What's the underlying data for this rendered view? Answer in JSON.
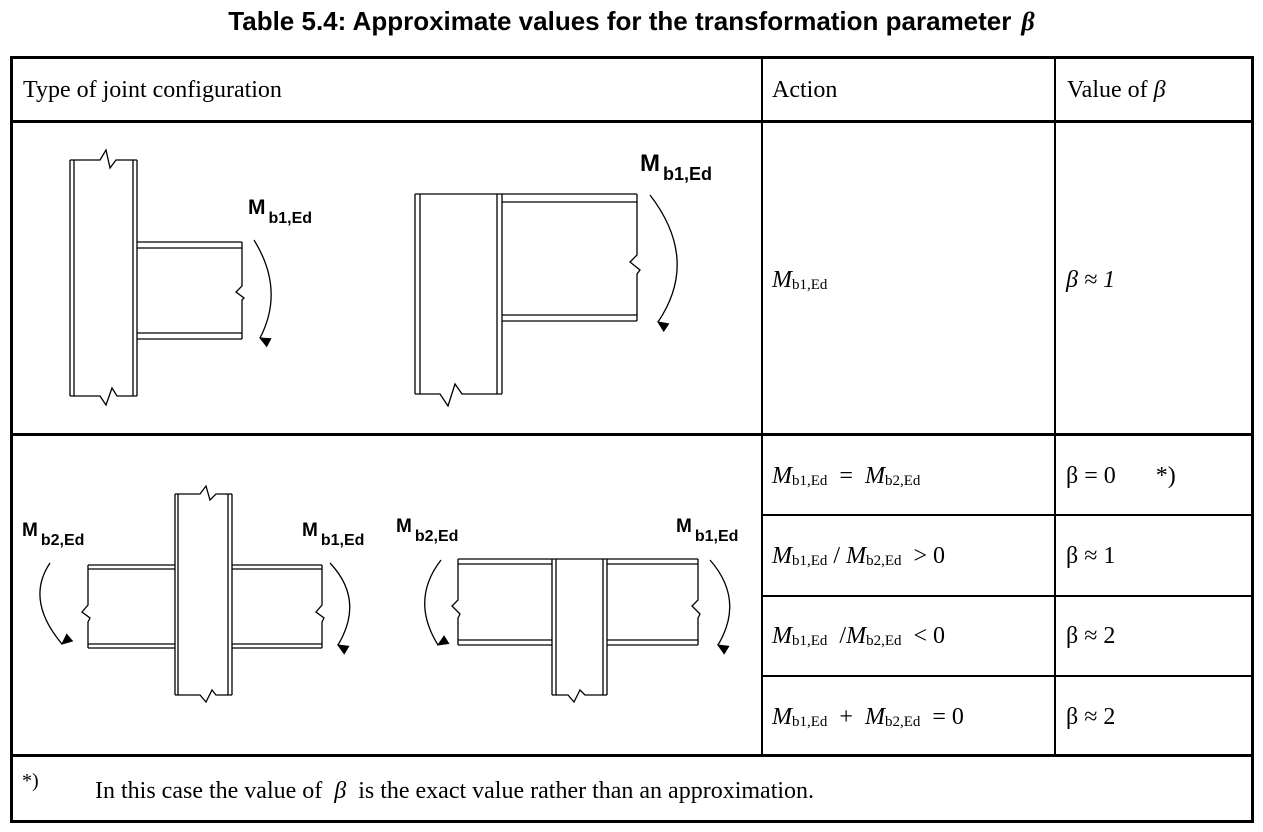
{
  "title": {
    "text": "Table 5.4: Approximate values for the transformation parameter",
    "symbol": "β"
  },
  "header": {
    "col1": "Type of joint configuration",
    "col2": "Action",
    "col3": "Value of",
    "col3_symbol": "β"
  },
  "diagram_labels": {
    "M": "M",
    "b1": "b1,Ed",
    "b2": "b2,Ed"
  },
  "rows": [
    {
      "action": {
        "M": "M",
        "sub1": "b1,Ed"
      },
      "value": "β ≈ 1"
    },
    {
      "action": {
        "M": "M",
        "sub1": "b1,Ed",
        "op": "=",
        "sub2": "b2,Ed",
        "rhs": ""
      },
      "value": "β = 0",
      "note": "*)"
    },
    {
      "action": {
        "M": "M",
        "sub1": "b1,Ed",
        "op": "/",
        "sub2": "b2,Ed",
        "rhs": "> 0"
      },
      "value": "β ≈ 1"
    },
    {
      "action": {
        "M": "M",
        "sub1": "b1,Ed",
        "op": "/",
        "sub2": "b2,Ed",
        "rhs": "< 0"
      },
      "value": "β ≈ 2"
    },
    {
      "action": {
        "M": "M",
        "sub1": "b1,Ed",
        "op": "+",
        "sub2": "b2,Ed",
        "rhs": "= 0"
      },
      "value": "β ≈ 2"
    }
  ],
  "footnote": {
    "mark": "*)",
    "text_before": "In this case the value of",
    "symbol": "β",
    "text_after": "is the exact value rather than an approximation."
  }
}
